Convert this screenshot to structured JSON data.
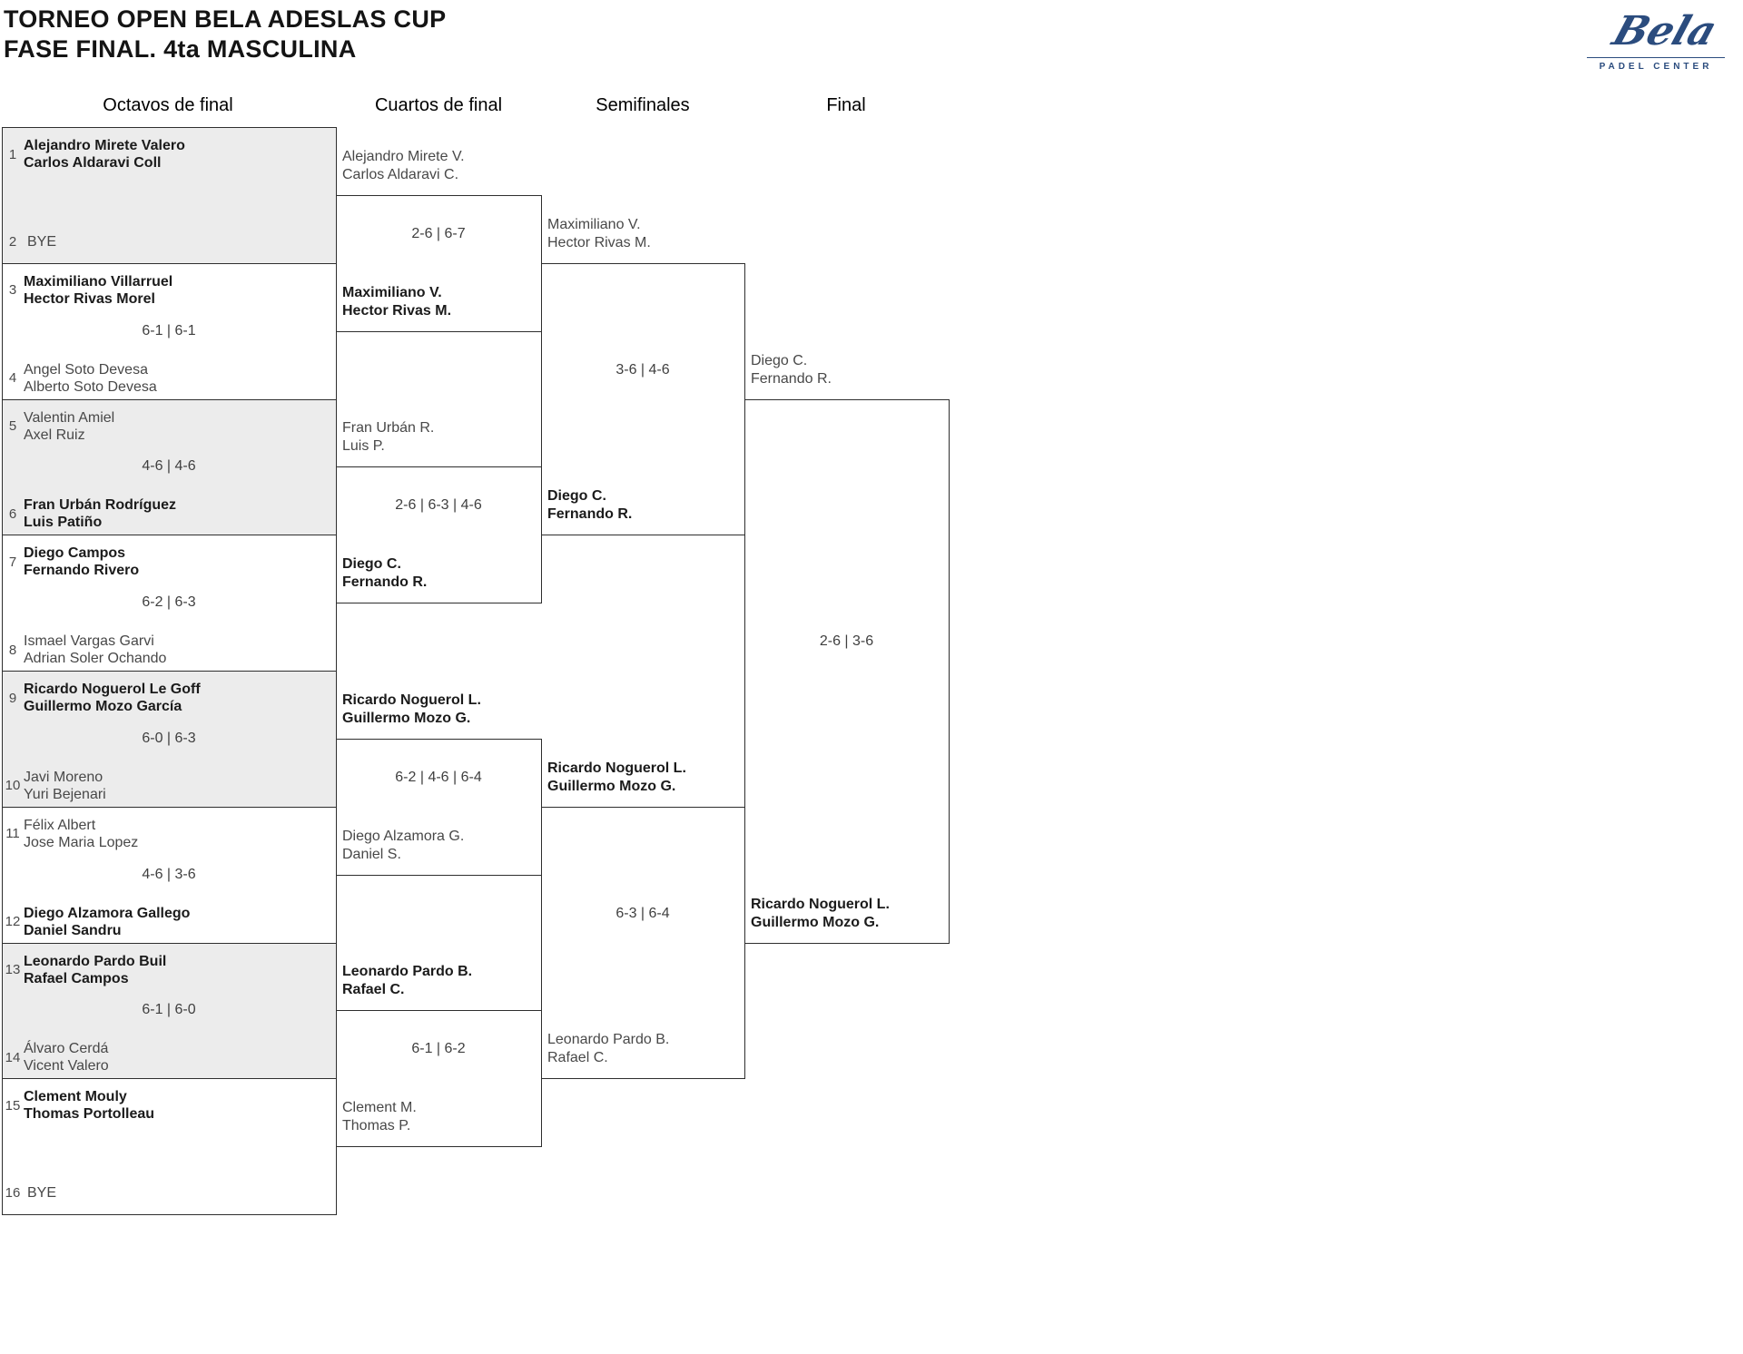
{
  "title": {
    "line1": "TORNEO OPEN BELA ADESLAS CUP",
    "line2": "FASE FINAL. 4ta MASCULINA"
  },
  "logo": {
    "script_text": "Bela",
    "subtitle": "PADEL CENTER",
    "color": "#2b4c7e"
  },
  "colors": {
    "border": "#2e2e2e",
    "shaded_box": "#ececec",
    "winner_text": "#1b1b1b",
    "regular_text": "#484848"
  },
  "rounds": [
    {
      "label": "Octavos de final"
    },
    {
      "label": "Cuartos de final"
    },
    {
      "label": "Semifinales"
    },
    {
      "label": "Final"
    }
  ],
  "octavos": {
    "matches": [
      {
        "top": {
          "seed": "1",
          "players": [
            "Alejandro Mirete Valero",
            "Carlos Aldaravi Coll"
          ],
          "winner": true
        },
        "bottom": {
          "seed": "2",
          "players": [
            "BYE"
          ],
          "bye": true
        },
        "score": ""
      },
      {
        "top": {
          "seed": "3",
          "players": [
            "Maximiliano Villarruel",
            "Hector Rivas Morel"
          ],
          "winner": true
        },
        "bottom": {
          "seed": "4",
          "players": [
            "Angel Soto Devesa",
            "Alberto Soto Devesa"
          ]
        },
        "score": "6-1 | 6-1"
      },
      {
        "top": {
          "seed": "5",
          "players": [
            "Valentin Amiel",
            "Axel Ruiz"
          ]
        },
        "bottom": {
          "seed": "6",
          "players": [
            "Fran Urbán Rodríguez",
            "Luis Patiño"
          ],
          "winner": true
        },
        "score": "4-6 | 4-6"
      },
      {
        "top": {
          "seed": "7",
          "players": [
            "Diego Campos",
            "Fernando Rivero"
          ],
          "winner": true
        },
        "bottom": {
          "seed": "8",
          "players": [
            "Ismael Vargas Garvi",
            "Adrian Soler Ochando"
          ]
        },
        "score": "6-2 | 6-3"
      },
      {
        "top": {
          "seed": "9",
          "players": [
            "Ricardo Noguerol Le Goff",
            "Guillermo Mozo García"
          ],
          "winner": true
        },
        "bottom": {
          "seed": "10",
          "players": [
            "Javi Moreno",
            "Yuri Bejenari"
          ]
        },
        "score": "6-0 | 6-3"
      },
      {
        "top": {
          "seed": "11",
          "players": [
            "Félix Albert",
            "Jose Maria Lopez"
          ]
        },
        "bottom": {
          "seed": "12",
          "players": [
            "Diego Alzamora Gallego",
            "Daniel Sandru"
          ],
          "winner": true
        },
        "score": "4-6 | 3-6"
      },
      {
        "top": {
          "seed": "13",
          "players": [
            "Leonardo Pardo Buil",
            "Rafael Campos"
          ],
          "winner": true
        },
        "bottom": {
          "seed": "14",
          "players": [
            "Álvaro Cerdá",
            "Vicent Valero"
          ]
        },
        "score": "6-1 | 6-0"
      },
      {
        "top": {
          "seed": "15",
          "players": [
            "Clement Mouly",
            "Thomas Portolleau"
          ],
          "winner": true
        },
        "bottom": {
          "seed": "16",
          "players": [
            "BYE"
          ],
          "bye": true
        },
        "score": ""
      }
    ]
  },
  "cuartos": {
    "matches": [
      {
        "top": {
          "players": [
            "Alejandro Mirete V.",
            "Carlos Aldaravi C."
          ]
        },
        "bottom": {
          "players": [
            "Maximiliano V.",
            "Hector Rivas M."
          ],
          "winner": true
        },
        "score": "2-6 | 6-7"
      },
      {
        "top": {
          "players": [
            "Fran Urbán R.",
            "Luis P."
          ]
        },
        "bottom": {
          "players": [
            "Diego C.",
            "Fernando R."
          ],
          "winner": true
        },
        "score": "2-6 | 6-3 | 4-6"
      },
      {
        "top": {
          "players": [
            "Ricardo Noguerol L.",
            "Guillermo Mozo G."
          ],
          "winner": true
        },
        "bottom": {
          "players": [
            "Diego Alzamora G.",
            "Daniel S."
          ]
        },
        "score": "6-2 | 4-6 | 6-4"
      },
      {
        "top": {
          "players": [
            "Leonardo Pardo B.",
            "Rafael C."
          ],
          "winner": true
        },
        "bottom": {
          "players": [
            "Clement M.",
            "Thomas P."
          ]
        },
        "score": "6-1 | 6-2"
      }
    ]
  },
  "semifinales": {
    "matches": [
      {
        "top": {
          "players": [
            "Maximiliano V.",
            "Hector Rivas M."
          ]
        },
        "bottom": {
          "players": [
            "Diego C.",
            "Fernando R."
          ],
          "winner": true
        },
        "score": "3-6 | 4-6"
      },
      {
        "top": {
          "players": [
            "Ricardo Noguerol L.",
            "Guillermo Mozo G."
          ],
          "winner": true
        },
        "bottom": {
          "players": [
            "Leonardo Pardo B.",
            "Rafael C."
          ]
        },
        "score": "6-3 | 6-4"
      }
    ]
  },
  "final": {
    "matches": [
      {
        "top": {
          "players": [
            "Diego C.",
            "Fernando R."
          ]
        },
        "bottom": {
          "players": [
            "Ricardo Noguerol L.",
            "Guillermo Mozo G."
          ],
          "winner": true
        },
        "score": "2-6 | 3-6"
      }
    ]
  }
}
